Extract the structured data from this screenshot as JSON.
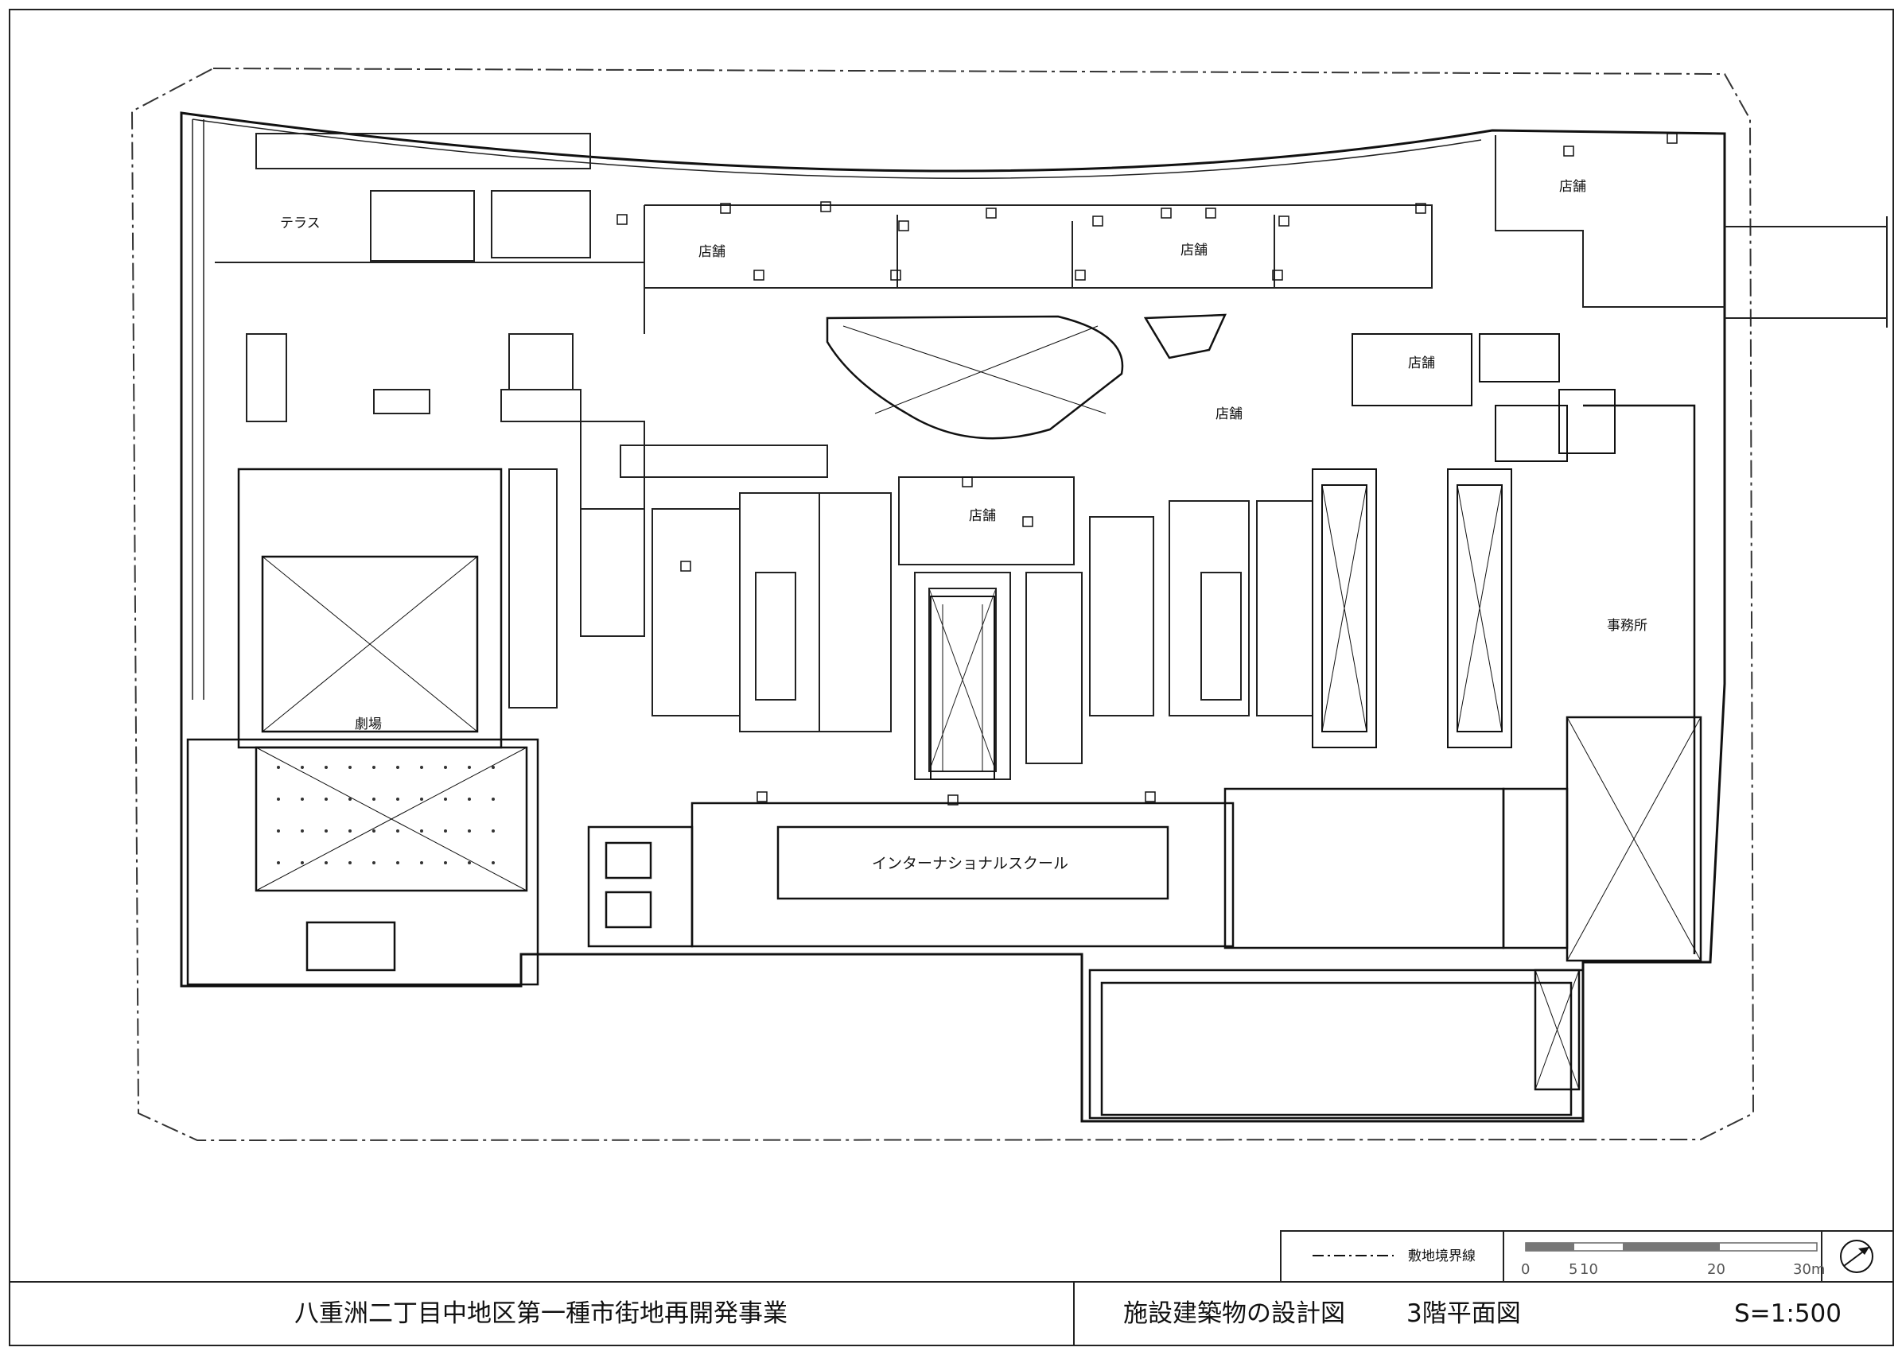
{
  "drawing": {
    "project_title": "八重洲二丁目中地区第一種市街地再開発事業",
    "drawing_title": "施設建築物の設計図",
    "floor_title": "3階平面図",
    "scale_text": "S=1:500"
  },
  "legend": {
    "boundary_line_label": "敷地境界線"
  },
  "scale_bar": {
    "ticks": [
      "0",
      "5",
      "10",
      "20",
      "30m"
    ]
  },
  "rooms": {
    "terrace": "テラス",
    "shop_north_west": "店舗",
    "shop_north_east": "店舗",
    "shop_north_corner": "店舗",
    "shop_center_a": "店舗",
    "shop_center_b": "店舗",
    "shop_center_c": "店舗",
    "theater": "劇場",
    "office": "事務所",
    "international_school": "インターナショナルスクール"
  },
  "icons": {
    "north_arrow": "north-arrow-icon"
  }
}
